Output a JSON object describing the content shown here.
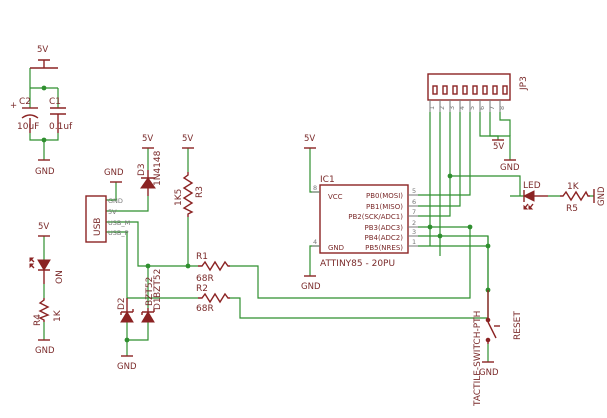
{
  "power": {
    "c_5v": "5V",
    "c_gnd": "GND",
    "usb_gnd": "GND",
    "d3_5v": "5V",
    "r3_5v": "5V",
    "ic_5v": "5V",
    "ic_gnd": "GND",
    "led_5v": "5V",
    "led_gnd": "GND",
    "zener_gnd": "GND",
    "jp3_5v": "5V",
    "jp3_gnd": "GND",
    "reset_gnd": "GND",
    "r5_gnd": "GND"
  },
  "caps": {
    "c2_name": "C2",
    "c2_value": "10uF",
    "c1_name": "C1",
    "c1_value": "0.1uf"
  },
  "usb": {
    "label": "USB",
    "pins": [
      "GND",
      "5V",
      "USB_M",
      "USB_P"
    ]
  },
  "d3": {
    "name": "D3",
    "value": "1N4148"
  },
  "r3": {
    "value": "1K5",
    "name": "R3"
  },
  "r1": {
    "name": "R1",
    "value": "68R"
  },
  "r2": {
    "name": "R2",
    "value": "68R"
  },
  "d1": {
    "name": "D1",
    "value": "BZT52"
  },
  "d2": {
    "name": "D2",
    "value": "BZT52"
  },
  "on_led": {
    "name": "ON"
  },
  "r4": {
    "name": "R4",
    "value": "1K"
  },
  "ic": {
    "name": "IC1",
    "value": "ATTINY85 - 20PU",
    "left_pins": [
      {
        "num": "8",
        "label": "VCC"
      },
      {
        "num": "4",
        "label": "GND"
      }
    ],
    "right_pins": [
      {
        "label": "PB0(MOSI)",
        "num": "5"
      },
      {
        "label": "PB1(MISO)",
        "num": "6"
      },
      {
        "label": "PB2(SCK/ADC1)",
        "num": "7"
      },
      {
        "label": "PB3(ADC3)",
        "num": "2"
      },
      {
        "label": "PB4(ADC2)",
        "num": "3"
      },
      {
        "label": "PB5(NRES)",
        "num": "1"
      }
    ]
  },
  "jp3": {
    "name": "JP3",
    "pins": [
      "1",
      "2",
      "3",
      "4",
      "5",
      "6",
      "7",
      "8"
    ]
  },
  "led": {
    "name": "LED"
  },
  "r5": {
    "value": "1K",
    "name": "R5"
  },
  "reset": {
    "name": "RESET",
    "value": "TACTILE-SWITCH-PTH"
  }
}
